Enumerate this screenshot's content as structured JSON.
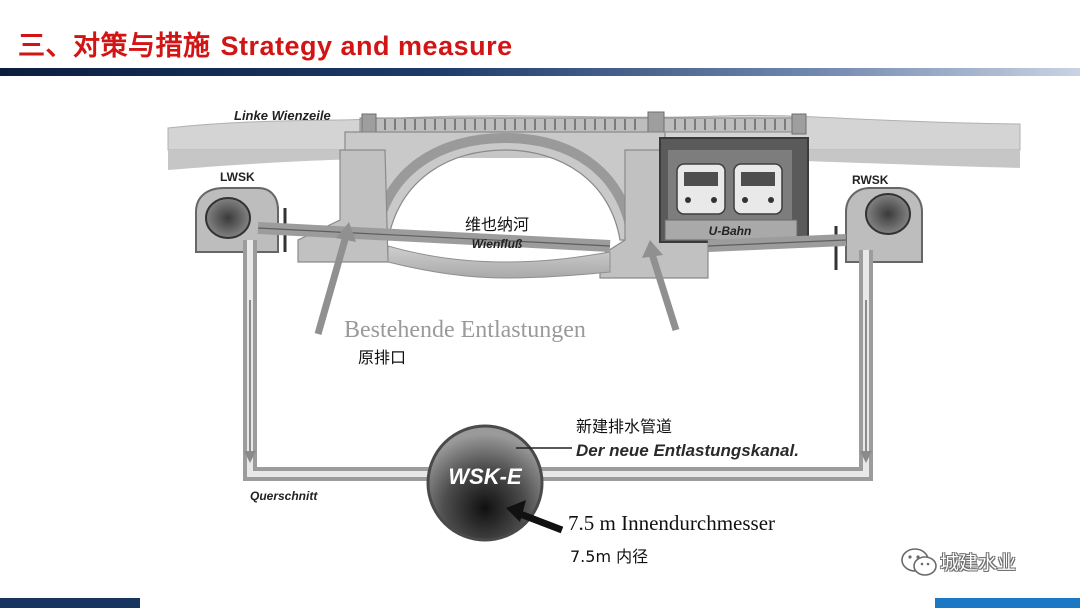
{
  "header": {
    "title_cn": "三、对策与措施",
    "title_en": "Strategy and measure"
  },
  "diagram": {
    "street_label": "Linke Wienzeile",
    "left_channel": "LWSK",
    "right_channel": "RWSK",
    "river_cn": "维也纳河",
    "river_de": "Wienfluß",
    "metro": "U-Bahn",
    "existing_de": "Bestehende Entlastungen",
    "existing_cn": "原排口",
    "new_cn": "新建排水管道",
    "new_de": "Der neue Entlastungskanal.",
    "tunnel": "WSK-E",
    "section": "Querschnitt",
    "diameter_de": "7.5 m Innendurchmesser",
    "diameter_cn": "7.5m 内径"
  },
  "watermark": {
    "text": "城建水业"
  },
  "colors": {
    "title_red": "#d21414",
    "rule_dark": "#0b1e3f",
    "accent_blue": "#1b78c4"
  }
}
